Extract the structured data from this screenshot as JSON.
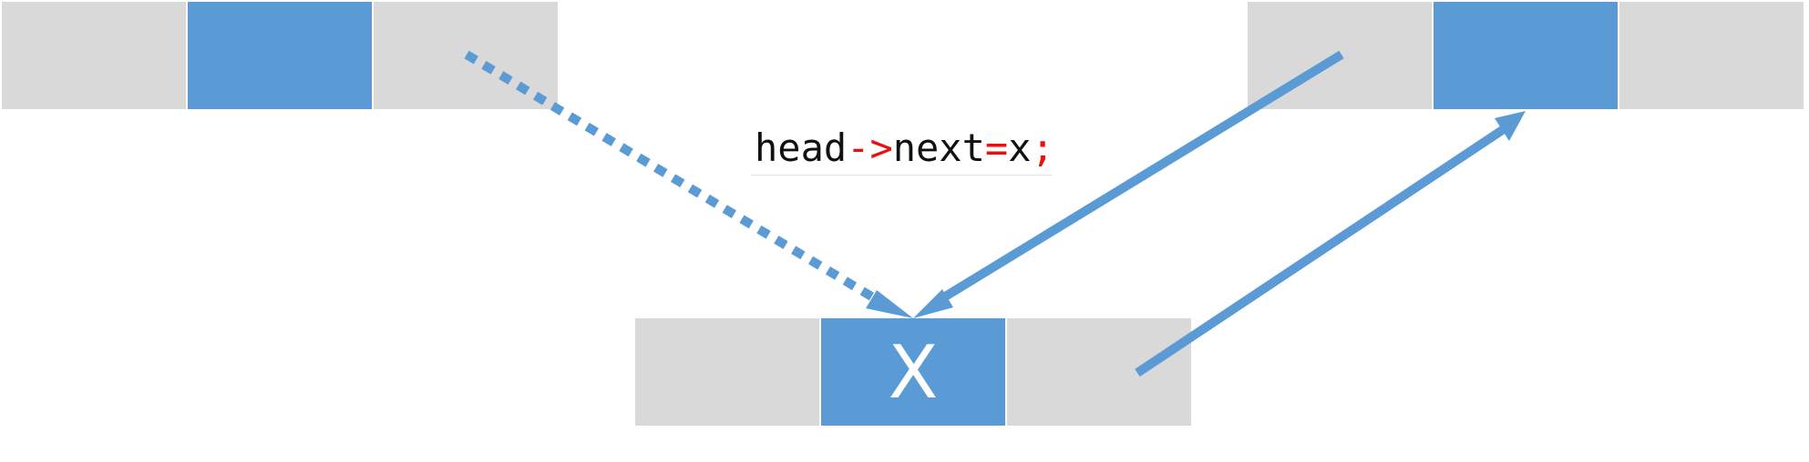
{
  "nodes": {
    "head": {
      "cells": [
        "",
        "",
        ""
      ]
    },
    "next": {
      "cells": [
        "",
        "",
        ""
      ]
    },
    "x": {
      "cells": [
        "",
        "X",
        ""
      ]
    }
  },
  "code": {
    "lhs": "head",
    "arrow_op": "->",
    "field": "next",
    "assign_op": "=",
    "rhs": "x",
    "terminator": ";"
  },
  "colors": {
    "cell_grey": "#d9d9d9",
    "cell_blue": "#5b9bd5",
    "arrow": "#5b9bd5",
    "operator_red": "#e81010"
  }
}
